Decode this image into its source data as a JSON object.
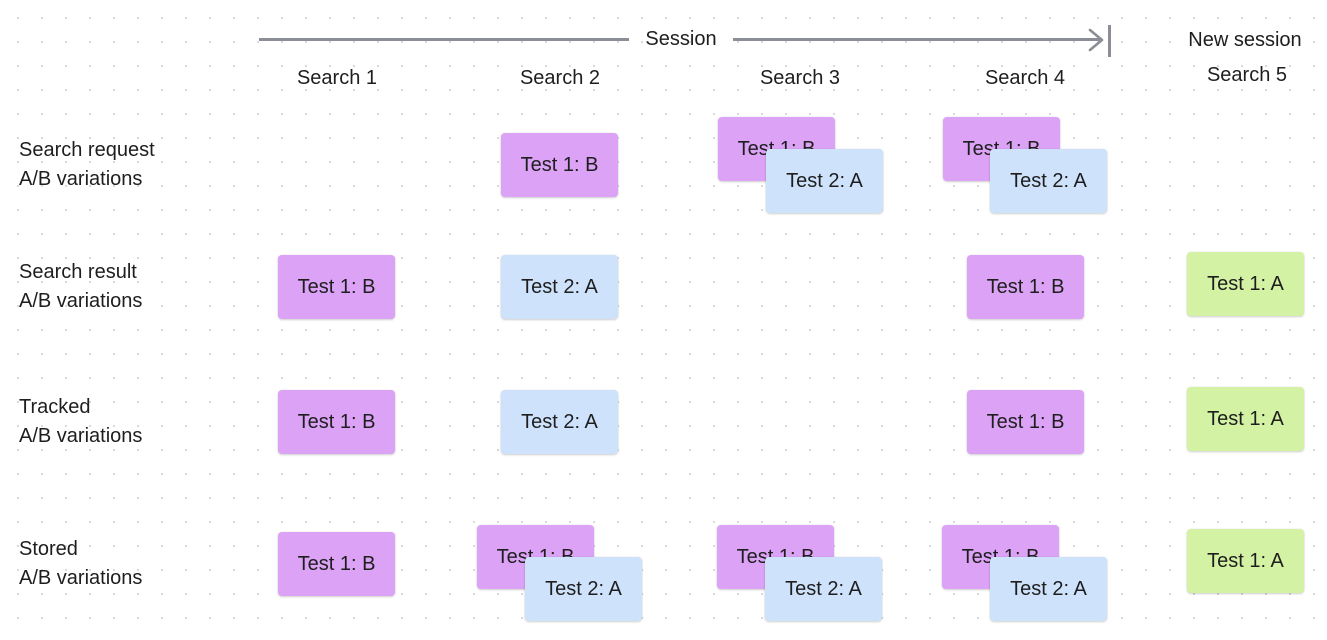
{
  "colors": {
    "purple": "#dba2f6",
    "blue": "#cfe2fc",
    "green": "#d4f2a4",
    "line": "#8b8e96"
  },
  "header": {
    "session_label": "Session",
    "new_session_label": "New session"
  },
  "columns": [
    {
      "label": "Search 1"
    },
    {
      "label": "Search 2"
    },
    {
      "label": "Search 3"
    },
    {
      "label": "Search 4"
    },
    {
      "label": "Search 5"
    }
  ],
  "rows": [
    {
      "line1": "Search request",
      "line2": "A/B variations"
    },
    {
      "line1": "Search result",
      "line2": "A/B variations"
    },
    {
      "line1": "Tracked",
      "line2": "A/B variations"
    },
    {
      "line1": "Stored",
      "line2": "A/B variations"
    }
  ],
  "notes": [
    {
      "text": "Test 1: B",
      "color": "purple",
      "row": 0,
      "col": 1
    },
    {
      "text": "Test 1: B",
      "color": "purple",
      "row": 0,
      "col": 2
    },
    {
      "text": "Test 2: A",
      "color": "blue",
      "row": 0,
      "col": 2
    },
    {
      "text": "Test 1: B",
      "color": "purple",
      "row": 0,
      "col": 3
    },
    {
      "text": "Test 2: A",
      "color": "blue",
      "row": 0,
      "col": 3
    },
    {
      "text": "Test 1: B",
      "color": "purple",
      "row": 1,
      "col": 0
    },
    {
      "text": "Test 2: A",
      "color": "blue",
      "row": 1,
      "col": 1
    },
    {
      "text": "Test 1: B",
      "color": "purple",
      "row": 1,
      "col": 3
    },
    {
      "text": "Test 1: A",
      "color": "green",
      "row": 1,
      "col": 4
    },
    {
      "text": "Test 1: B",
      "color": "purple",
      "row": 2,
      "col": 0
    },
    {
      "text": "Test 2: A",
      "color": "blue",
      "row": 2,
      "col": 1
    },
    {
      "text": "Test 1: B",
      "color": "purple",
      "row": 2,
      "col": 3
    },
    {
      "text": "Test 1: A",
      "color": "green",
      "row": 2,
      "col": 4
    },
    {
      "text": "Test 1: B",
      "color": "purple",
      "row": 3,
      "col": 0
    },
    {
      "text": "Test 1: B",
      "color": "purple",
      "row": 3,
      "col": 1
    },
    {
      "text": "Test 2: A",
      "color": "blue",
      "row": 3,
      "col": 1
    },
    {
      "text": "Test 1: B",
      "color": "purple",
      "row": 3,
      "col": 2
    },
    {
      "text": "Test 2: A",
      "color": "blue",
      "row": 3,
      "col": 2
    },
    {
      "text": "Test 1: B",
      "color": "purple",
      "row": 3,
      "col": 3
    },
    {
      "text": "Test 2: A",
      "color": "blue",
      "row": 3,
      "col": 3
    },
    {
      "text": "Test 1: A",
      "color": "green",
      "row": 3,
      "col": 4
    }
  ]
}
